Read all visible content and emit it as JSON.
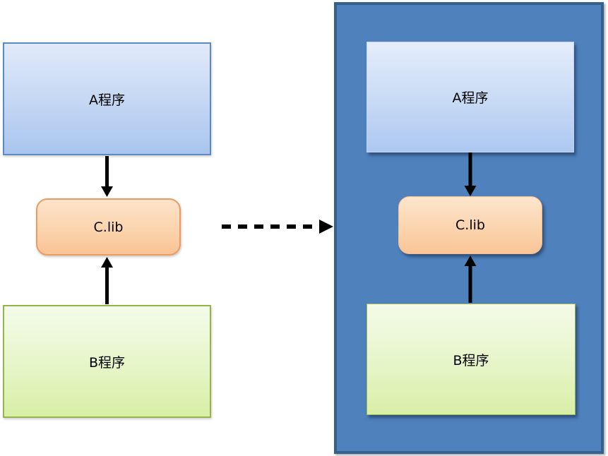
{
  "diagram": {
    "left_group": {
      "program_a": {
        "label": "A程序"
      },
      "library": {
        "label": "C.lib"
      },
      "program_b": {
        "label": "B程序"
      }
    },
    "container_group": {
      "program_a": {
        "label": "A程序"
      },
      "library": {
        "label": "C.lib"
      },
      "program_b": {
        "label": "B程序"
      }
    },
    "relations": [
      {
        "from": "A程序",
        "to": "C.lib",
        "style": "solid-arrow-down",
        "group": "left"
      },
      {
        "from": "B程序",
        "to": "C.lib",
        "style": "solid-arrow-up",
        "group": "left"
      },
      {
        "from": "left_group",
        "to": "container_group",
        "style": "dashed-arrow-right"
      },
      {
        "from": "A程序",
        "to": "C.lib",
        "style": "solid-arrow-down",
        "group": "container"
      },
      {
        "from": "B程序",
        "to": "C.lib",
        "style": "solid-arrow-up",
        "group": "container"
      }
    ],
    "colors": {
      "background": "#ffffff",
      "blue_box_top": "#e1eafa",
      "blue_box_bottom": "#a9c5ee",
      "blue_box_border": "#5b8ac2",
      "orange_box_top": "#fde4cb",
      "orange_box_bottom": "#f9c395",
      "orange_box_border": "#e99c63",
      "green_box_top": "#f4fbea",
      "green_box_bottom": "#d7efa5",
      "green_box_border": "#95b54b",
      "container_fill": "#4f81bd",
      "container_border": "#36608e",
      "arrow": "#000000"
    }
  }
}
